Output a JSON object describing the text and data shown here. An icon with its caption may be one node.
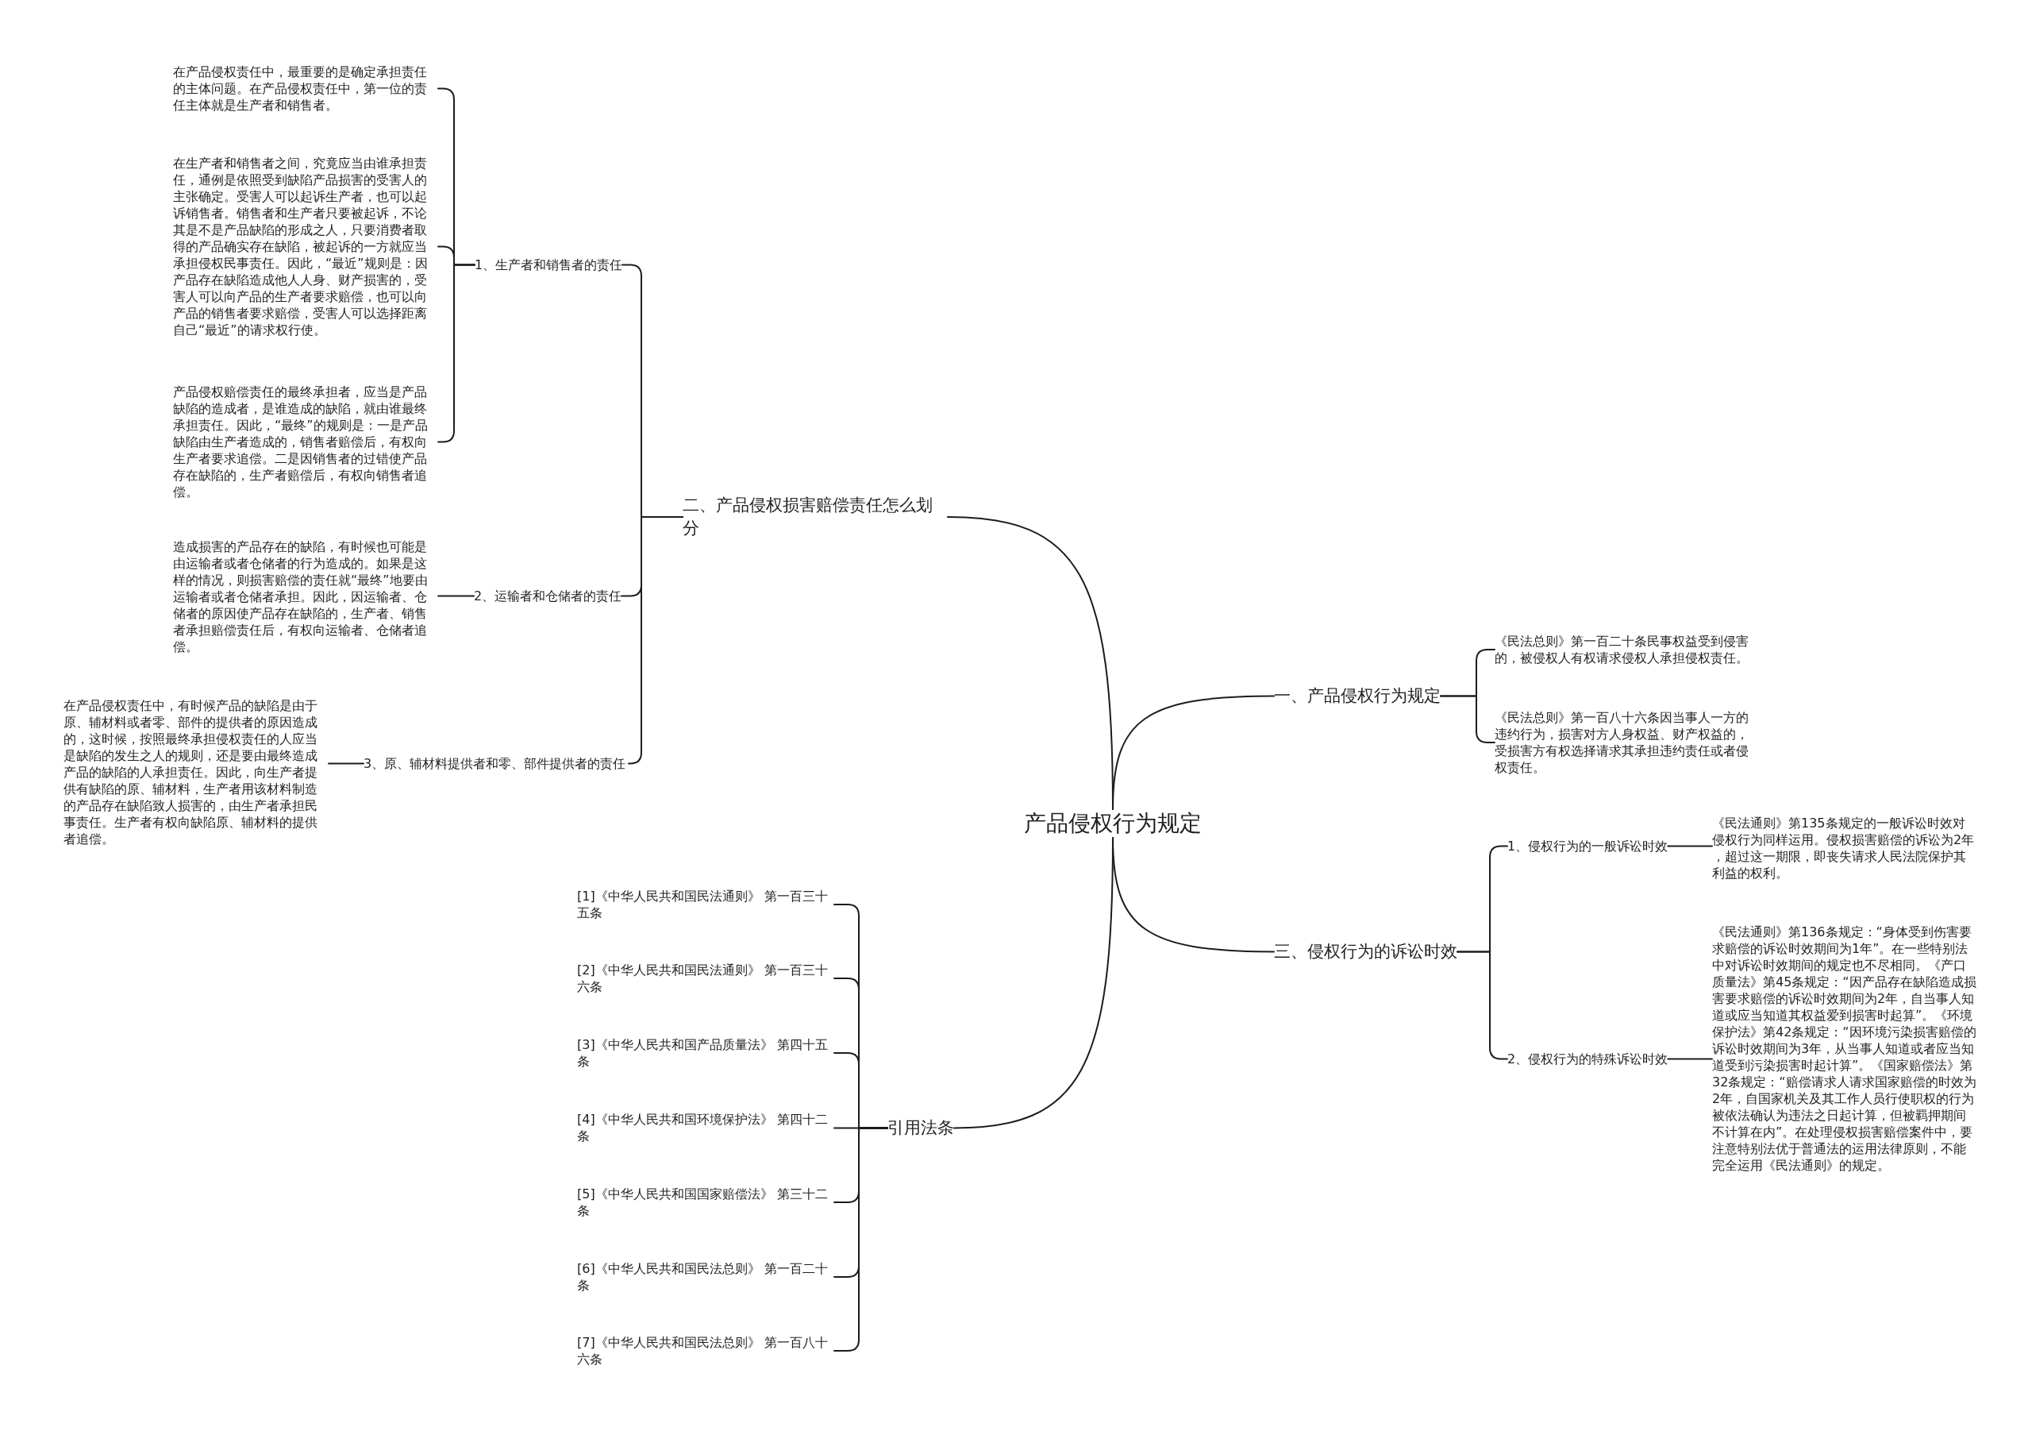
{
  "diagram": {
    "nodes": [
      {
        "text": [
          "产品侵权行为规定"
        ]
      },
      {
        "text": [
          "二、产品侵权损害赔偿责任怎么划分"
        ]
      },
      {
        "text": [
          "1、生产者和销售者的责任"
        ]
      },
      {
        "text": [
          "在产品侵权责任中，最重要的是确定承担责任的主体问题。在产品侵权责任中，第一位的责任主体就是生产者和销售者。"
        ]
      },
      {
        "text": [
          "在生产者和销售者之间，究竟应当由谁承担责任，通例是依照受到缺陷产品损害的受害人的主张确定。受害人可以起诉生产者，也可以起诉销售者。销售者和生产者只要被起诉，不论其是不是产品缺陷的形成之人，只要消费者取得的产品确实存在缺陷，被起诉的一方就应当承担侵权民事责任。因此，“最近”规则是：因产品存在缺陷造成他人人身、财产损害的，受害人可以向产品的生产者要求赔偿，也可以向产品的销售者要求赔偿，受害人可以选择距离自己“最近”的请求权行使。"
        ]
      },
      {
        "text": [
          "产品侵权赔偿责任的最终承担者，应当是产品缺陷的造成者，是谁造成的缺陷，就由谁最终承担责任。因此，“最终”的规则是：一是产品缺陷由生产者造成的，销售者赔偿后，有权向生产者要求追偿。二是因销售者的过错使产品存在缺陷的，生产者赔偿后，有权向销售者追偿。"
        ]
      },
      {
        "text": [
          "2、运输者和仓储者的责任"
        ]
      },
      {
        "text": [
          "造成损害的产品存在的缺陷，有时候也可能是由运输者或者仓储者的行为造成的。如果是这样的情况，则损害赔偿的责任就“最终”地要由运输者或者仓储者承担。因此，因运输者、仓储者的原因使产品存在缺陷的，生产者、销售者承担赔偿责任后，有权向运输者、仓储者追偿。"
        ]
      },
      {
        "text": [
          "3、原、辅材料提供者和零、部件提供者的责任"
        ]
      },
      {
        "text": [
          "在产品侵权责任中，有时候产品的缺陷是由于原、辅材料或者零、部件的提供者的原因造成的，这时候，按照最终承担侵权责任的人应当是缺陷的发生之人的规则，还是要由最终造成产品的缺陷的人承担责任。因此，向生产者提供有缺陷的原、辅材料，生产者用该材料制造的产品存在缺陷致人损害的，由生产者承担民事责任。生产者有权向缺陷原、辅材料的提供者追偿。"
        ]
      },
      {
        "text": [
          "一、产品侵权行为规定"
        ]
      },
      {
        "text": [
          "《民法总则》第一百二十条民事权益受到侵害的，被侵权人有权请求侵权人承担侵权责任。"
        ]
      },
      {
        "text": [
          "《民法总则》第一百八十六条因当事人一方的违约行为，损害对方人身权益、财产权益的，受损害方有权选择请求其承担违约责任或者侵权责任。"
        ]
      },
      {
        "text": [
          "三、侵权行为的诉讼时效"
        ]
      },
      {
        "text": [
          "1、侵权行为的一般诉讼时效"
        ]
      },
      {
        "text": [
          "《民法通则》第135条规定的一般诉讼时效对侵权行为同样运用。侵权损害赔偿的诉讼为2年，超过这一期限，即丧失请求人民法院保护其利益的权利。"
        ]
      },
      {
        "text": [
          "2、侵权行为的特殊诉讼时效"
        ]
      },
      {
        "text": [
          "《民法通则》第136条规定：“身体受到伤害要求赔偿的诉讼时效期间为1年”。在一些特别法中对诉讼时效期间的规定也不尽相同。《产口质量法》第45条规定：“因产品存在缺陷造成损害要求赔偿的诉讼时效期间为2年，自当事人知道或应当知道其权益爱到损害时起算”。《环境保护法》第42条规定：“因环境污染损害赔偿的诉讼时效期间为3年，从当事人知道或者应当知道受到污染损害时起计算”。《国家赔偿法》第32条规定：“赔偿请求人请求国家赔偿的时效为2年，自国家机关及其工作人员行使职权的行为被依法确认为违法之日起计算，但被羁押期间不计算在内”。在处理侵权损害赔偿案件中，要注意特别法优于普通法的运用法律原则，不能完全运用《民法通则》的规定。"
        ]
      },
      {
        "text": [
          "引用法条"
        ]
      },
      {
        "text": [
          "[1]《中华人民共和国民法通则》 第一百三十五条"
        ]
      },
      {
        "text": [
          "[2]《中华人民共和国民法通则》 第一百三十六条"
        ]
      },
      {
        "text": [
          "[3]《中华人民共和国产品质量法》 第四十五条"
        ]
      },
      {
        "text": [
          "[4]《中华人民共和国环境保护法》 第四十二条"
        ]
      },
      {
        "text": [
          "[5]《中华人民共和国国家赔偿法》 第三十二条"
        ]
      },
      {
        "text": [
          "[6]《中华人民共和国民法总则》 第一百二十条"
        ]
      },
      {
        "text": [
          "[7]《中华人民共和国民法总则》 第一百八十六条"
        ]
      }
    ],
    "edges": [
      {
        "from": 0,
        "to": 10,
        "arrow": "none"
      },
      {
        "from": 0,
        "to": 13,
        "arrow": "none"
      },
      {
        "from": 0,
        "to": 1,
        "arrow": "none"
      },
      {
        "from": 0,
        "to": 18,
        "arrow": "none"
      },
      {
        "from": 1,
        "to": 2,
        "arrow": "none"
      },
      {
        "from": 1,
        "to": 6,
        "arrow": "none"
      },
      {
        "from": 1,
        "to": 8,
        "arrow": "none"
      },
      {
        "from": 2,
        "to": 3,
        "arrow": "none"
      },
      {
        "from": 2,
        "to": 4,
        "arrow": "none"
      },
      {
        "from": 2,
        "to": 5,
        "arrow": "none"
      },
      {
        "from": 6,
        "to": 7,
        "arrow": "none"
      },
      {
        "from": 8,
        "to": 9,
        "arrow": "none"
      },
      {
        "from": 10,
        "to": 11,
        "arrow": "none"
      },
      {
        "from": 10,
        "to": 12,
        "arrow": "none"
      },
      {
        "from": 13,
        "to": 14,
        "arrow": "none"
      },
      {
        "from": 13,
        "to": 16,
        "arrow": "none"
      },
      {
        "from": 14,
        "to": 15,
        "arrow": "none"
      },
      {
        "from": 16,
        "to": 17,
        "arrow": "none"
      },
      {
        "from": 18,
        "to": 19,
        "arrow": "none"
      },
      {
        "from": 18,
        "to": 20,
        "arrow": "none"
      },
      {
        "from": 18,
        "to": 21,
        "arrow": "none"
      },
      {
        "from": 18,
        "to": 22,
        "arrow": "none"
      },
      {
        "from": 18,
        "to": 23,
        "arrow": "none"
      },
      {
        "from": 18,
        "to": 24,
        "arrow": "none"
      },
      {
        "from": 18,
        "to": 25,
        "arrow": "none"
      }
    ]
  }
}
